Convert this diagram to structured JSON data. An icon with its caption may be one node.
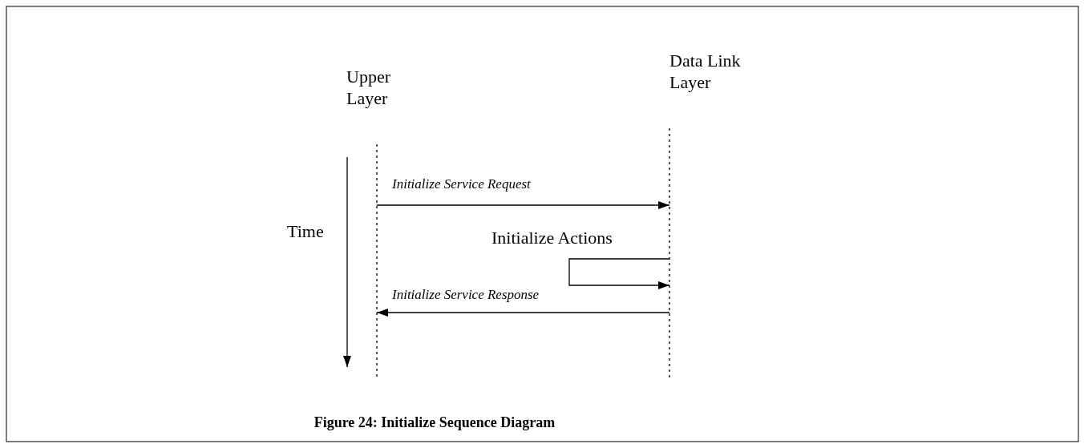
{
  "diagram": {
    "caption": "Figure 24: Initialize Sequence Diagram",
    "nodes": [
      {
        "text": [
          "Upper Layer"
        ]
      },
      {
        "text": [
          "Data Link Layer"
        ]
      }
    ],
    "edges": [
      {
        "from": 0,
        "to": 1,
        "arrow": "to",
        "label": "Initialize Service Request"
      },
      {
        "from": 1,
        "to": 1,
        "arrow": "to",
        "label": "Initialize Actions"
      },
      {
        "from": 1,
        "to": 0,
        "arrow": "to",
        "label": "Initialize Service Response"
      }
    ],
    "labels": [
      "Time"
    ]
  }
}
